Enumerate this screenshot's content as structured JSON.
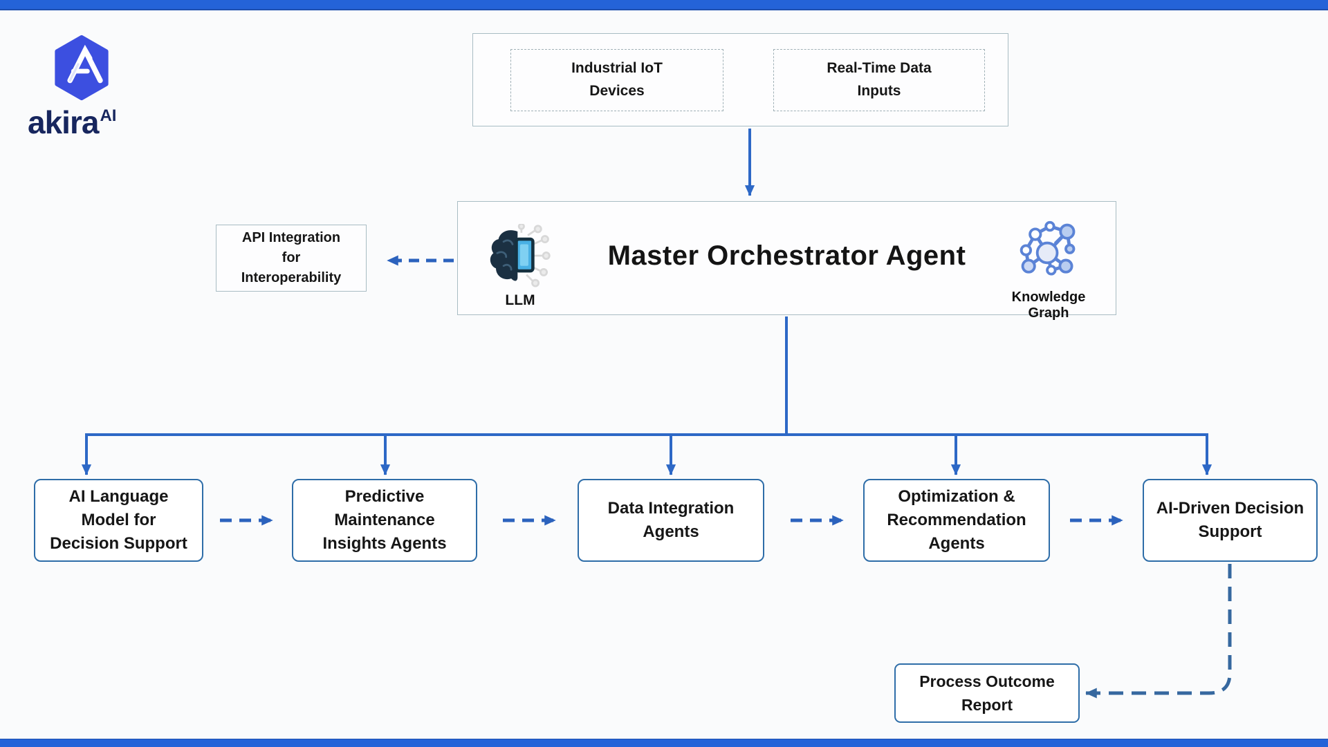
{
  "logo": {
    "brand": "akira",
    "sup": "AI"
  },
  "inputs_group": {
    "items": [
      {
        "label": "Industrial IoT\nDevices"
      },
      {
        "label": "Real-Time Data\nInputs"
      }
    ]
  },
  "orchestrator": {
    "title": "Master Orchestrator Agent",
    "llm_label": "LLM",
    "kg_label": "Knowledge Graph"
  },
  "api_box": {
    "label": "API Integration\nfor\nInteroperability"
  },
  "agents": [
    {
      "label": "AI Language\nModel for\nDecision Support"
    },
    {
      "label": "Predictive\nMaintenance\nInsights Agents"
    },
    {
      "label": "Data Integration\nAgents"
    },
    {
      "label": "Optimization &\nRecommendation\nAgents"
    },
    {
      "label": "AI-Driven Decision\nSupport"
    }
  ],
  "report_box": {
    "label": "Process Outcome\nReport"
  },
  "colors": {
    "bar_blue": "#2463d8",
    "arrow_solid": "#2d68c6",
    "arrow_dashed": "#2b62bd",
    "arrow_elbow": "#36689f",
    "agent_border": "#2e6da8",
    "container_border": "#a8bcc3",
    "logo_hex": "#3c4fe0",
    "brand_navy": "#17265e"
  }
}
